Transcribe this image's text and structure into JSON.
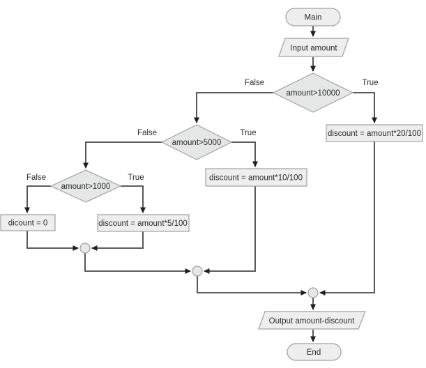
{
  "diagram": {
    "colors": {
      "background": "#ffffff",
      "node_fill": "#eeeeee",
      "decision_fill": "#e5e6e6",
      "connector_fill": "#e7e7e7",
      "shape_border": "#a0a0a0",
      "edge_line": "#454545",
      "text": "#2b2b2b"
    },
    "nodes": {
      "start": {
        "type": "terminator",
        "label": "Main"
      },
      "input": {
        "type": "io",
        "label": "Input amount"
      },
      "decision10000": {
        "type": "decision",
        "label": "amount>10000"
      },
      "discount20": {
        "type": "process",
        "label": "discount = amount*20/100"
      },
      "decision5000": {
        "type": "decision",
        "label": "amount>5000"
      },
      "discount10": {
        "type": "process",
        "label": "discount = amount*10/100"
      },
      "decision1000": {
        "type": "decision",
        "label": "amount>1000"
      },
      "discount0": {
        "type": "process",
        "label": "dicount = 0"
      },
      "discount5": {
        "type": "process",
        "label": "discount = amount*5/100"
      },
      "merge1": {
        "type": "connector",
        "label": ""
      },
      "merge2": {
        "type": "connector",
        "label": ""
      },
      "merge3": {
        "type": "connector",
        "label": ""
      },
      "output": {
        "type": "io",
        "label": "Output amount-discount"
      },
      "end": {
        "type": "terminator",
        "label": "End"
      }
    },
    "edge_labels": {
      "d10000_false": "False",
      "d10000_true": "True",
      "d5000_false": "False",
      "d5000_true": "True",
      "d1000_false": "False",
      "d1000_true": "True"
    }
  }
}
